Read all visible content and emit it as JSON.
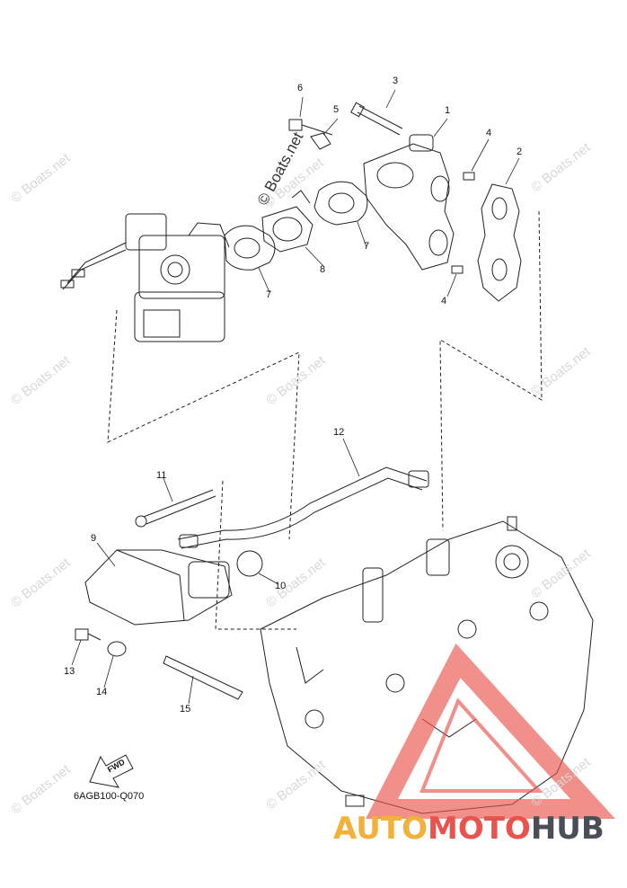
{
  "callouts": {
    "c1": "1",
    "c2": "2",
    "c3": "3",
    "c4a": "4",
    "c4b": "4",
    "c5": "5",
    "c6": "6",
    "c7a": "7",
    "c7b": "7",
    "c8": "8",
    "c9": "9",
    "c10": "10",
    "c11": "11",
    "c12": "12",
    "c13": "13",
    "c14": "14",
    "c15": "15"
  },
  "watermark": {
    "text": "© Boats.net",
    "center_text": "© Boats.net"
  },
  "fwd_label": "FWD",
  "part_code": "6AGB100-Q070",
  "brand": {
    "auto": "AUTO",
    "moto": "MOTO",
    "hub": "HUB"
  },
  "colors": {
    "line": "#222222",
    "watermark": "#d8d8d8",
    "triangle": "#e9534d",
    "brand_yellow": "#f2b23a",
    "brand_gray": "#4a4f57"
  }
}
